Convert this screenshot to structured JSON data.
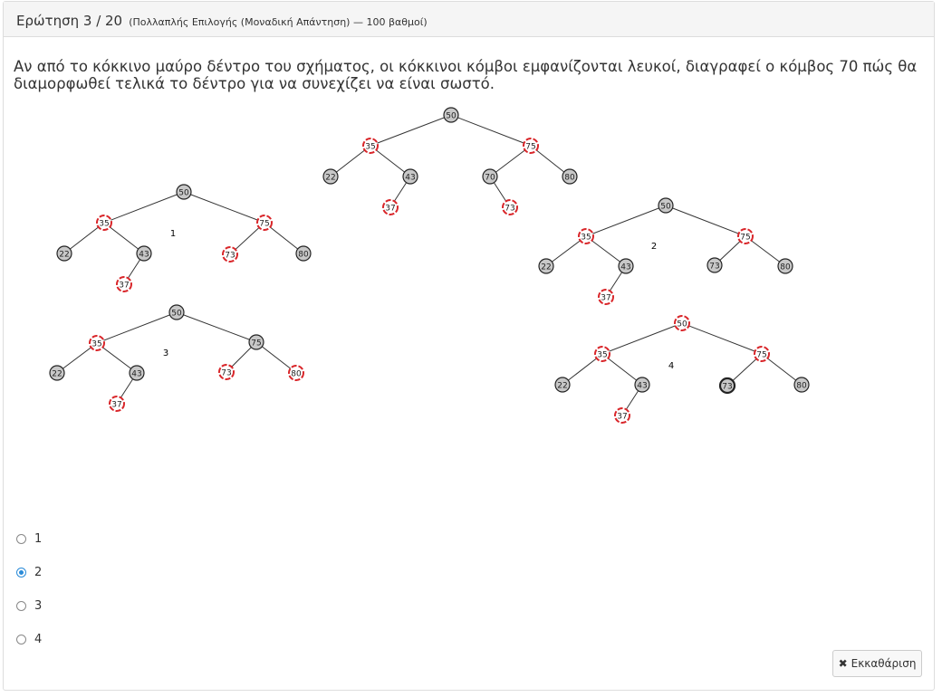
{
  "header": {
    "question_title": "Ερώτηση 3 / 20",
    "question_meta": "(Πολλαπλής Επιλογής (Μοναδική Απάντηση) — 100 βαθμοί)"
  },
  "question": {
    "text": "Αν από το κόκκινο μαύρο δέντρο του σχήματος, οι κόκκινοι κόμβοι εμφανίζονται λευκοί, διαγραφεί ο κόμβος 70 πώς θα διαμορφωθεί τελικά το δέντρο για να συνεχίζει να είναι σωστό."
  },
  "figure": {
    "colors": {
      "black_node": "#c8c8c8",
      "red_ring": "#d9262a",
      "edge": "#333333"
    },
    "trees": [
      {
        "label": "",
        "nodes": [
          "50",
          "35",
          "75",
          "22",
          "43",
          "70",
          "80",
          "37",
          "73"
        ],
        "red": [
          "35",
          "75",
          "37",
          "73"
        ]
      },
      {
        "label": "1",
        "nodes": [
          "50",
          "35",
          "75",
          "22",
          "43",
          "73",
          "80",
          "37"
        ],
        "red": [
          "35",
          "75",
          "73",
          "37"
        ]
      },
      {
        "label": "2",
        "nodes": [
          "50",
          "35",
          "75",
          "22",
          "43",
          "73",
          "80",
          "37"
        ],
        "red": [
          "35",
          "75",
          "37"
        ]
      },
      {
        "label": "3",
        "nodes": [
          "50",
          "35",
          "75",
          "22",
          "43",
          "73",
          "80",
          "37"
        ],
        "red": [
          "35",
          "73",
          "80",
          "37"
        ]
      },
      {
        "label": "4",
        "nodes": [
          "50",
          "35",
          "75",
          "22",
          "43",
          "73",
          "80",
          "37"
        ],
        "red": [
          "50",
          "35",
          "75",
          "37"
        ]
      }
    ]
  },
  "options": [
    {
      "label": "1",
      "selected": false
    },
    {
      "label": "2",
      "selected": true
    },
    {
      "label": "3",
      "selected": false
    },
    {
      "label": "4",
      "selected": false
    }
  ],
  "clear_button": {
    "icon": "close-icon",
    "label": "Εκκαθάριση"
  }
}
